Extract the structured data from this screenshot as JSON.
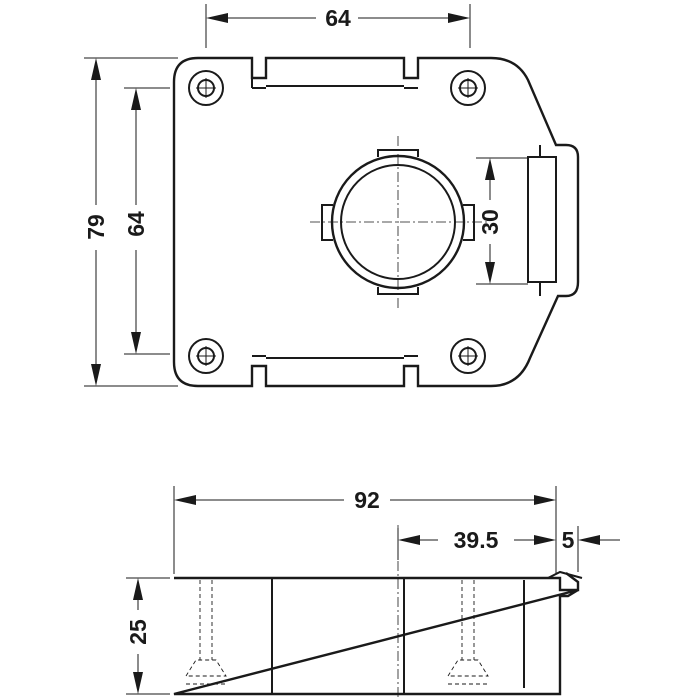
{
  "dimensions": {
    "top_width": "64",
    "overall_height": "79",
    "hole_spacing_vertical": "64",
    "cylinder_diameter": "30",
    "overall_length": "92",
    "offset": "39.5",
    "bolt_projection": "5",
    "depth": "25"
  }
}
